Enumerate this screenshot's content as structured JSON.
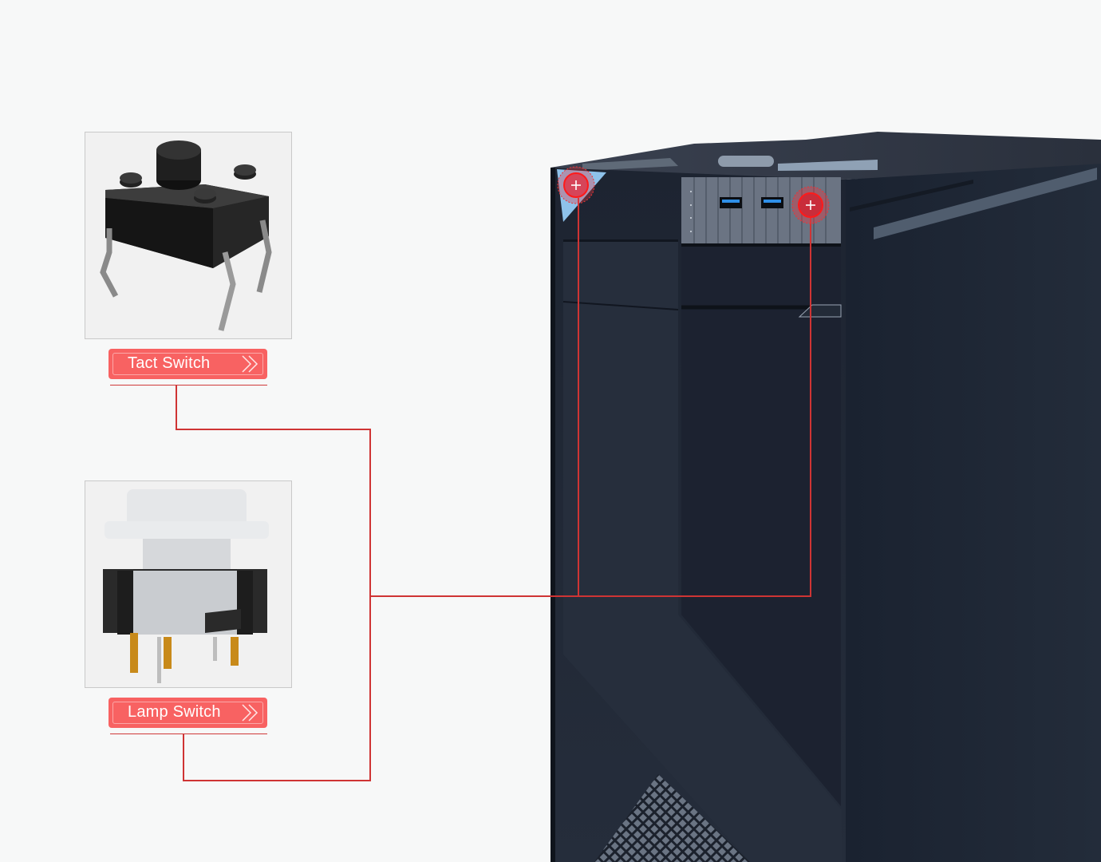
{
  "products": [
    {
      "id": "tact-switch",
      "label": "Tact Switch",
      "icon": "chevron-double-right-icon"
    },
    {
      "id": "lamp-switch",
      "label": "Lamp Switch",
      "icon": "chevron-double-right-icon"
    }
  ],
  "hotspots": [
    {
      "id": "logo-corner",
      "icon": "plus-icon"
    },
    {
      "id": "power-button",
      "icon": "plus-icon"
    }
  ],
  "colors": {
    "accent": "#f86262",
    "connector_line": "#cf3434",
    "case_dark": "#1e2633",
    "background": "#f7f8f8"
  }
}
